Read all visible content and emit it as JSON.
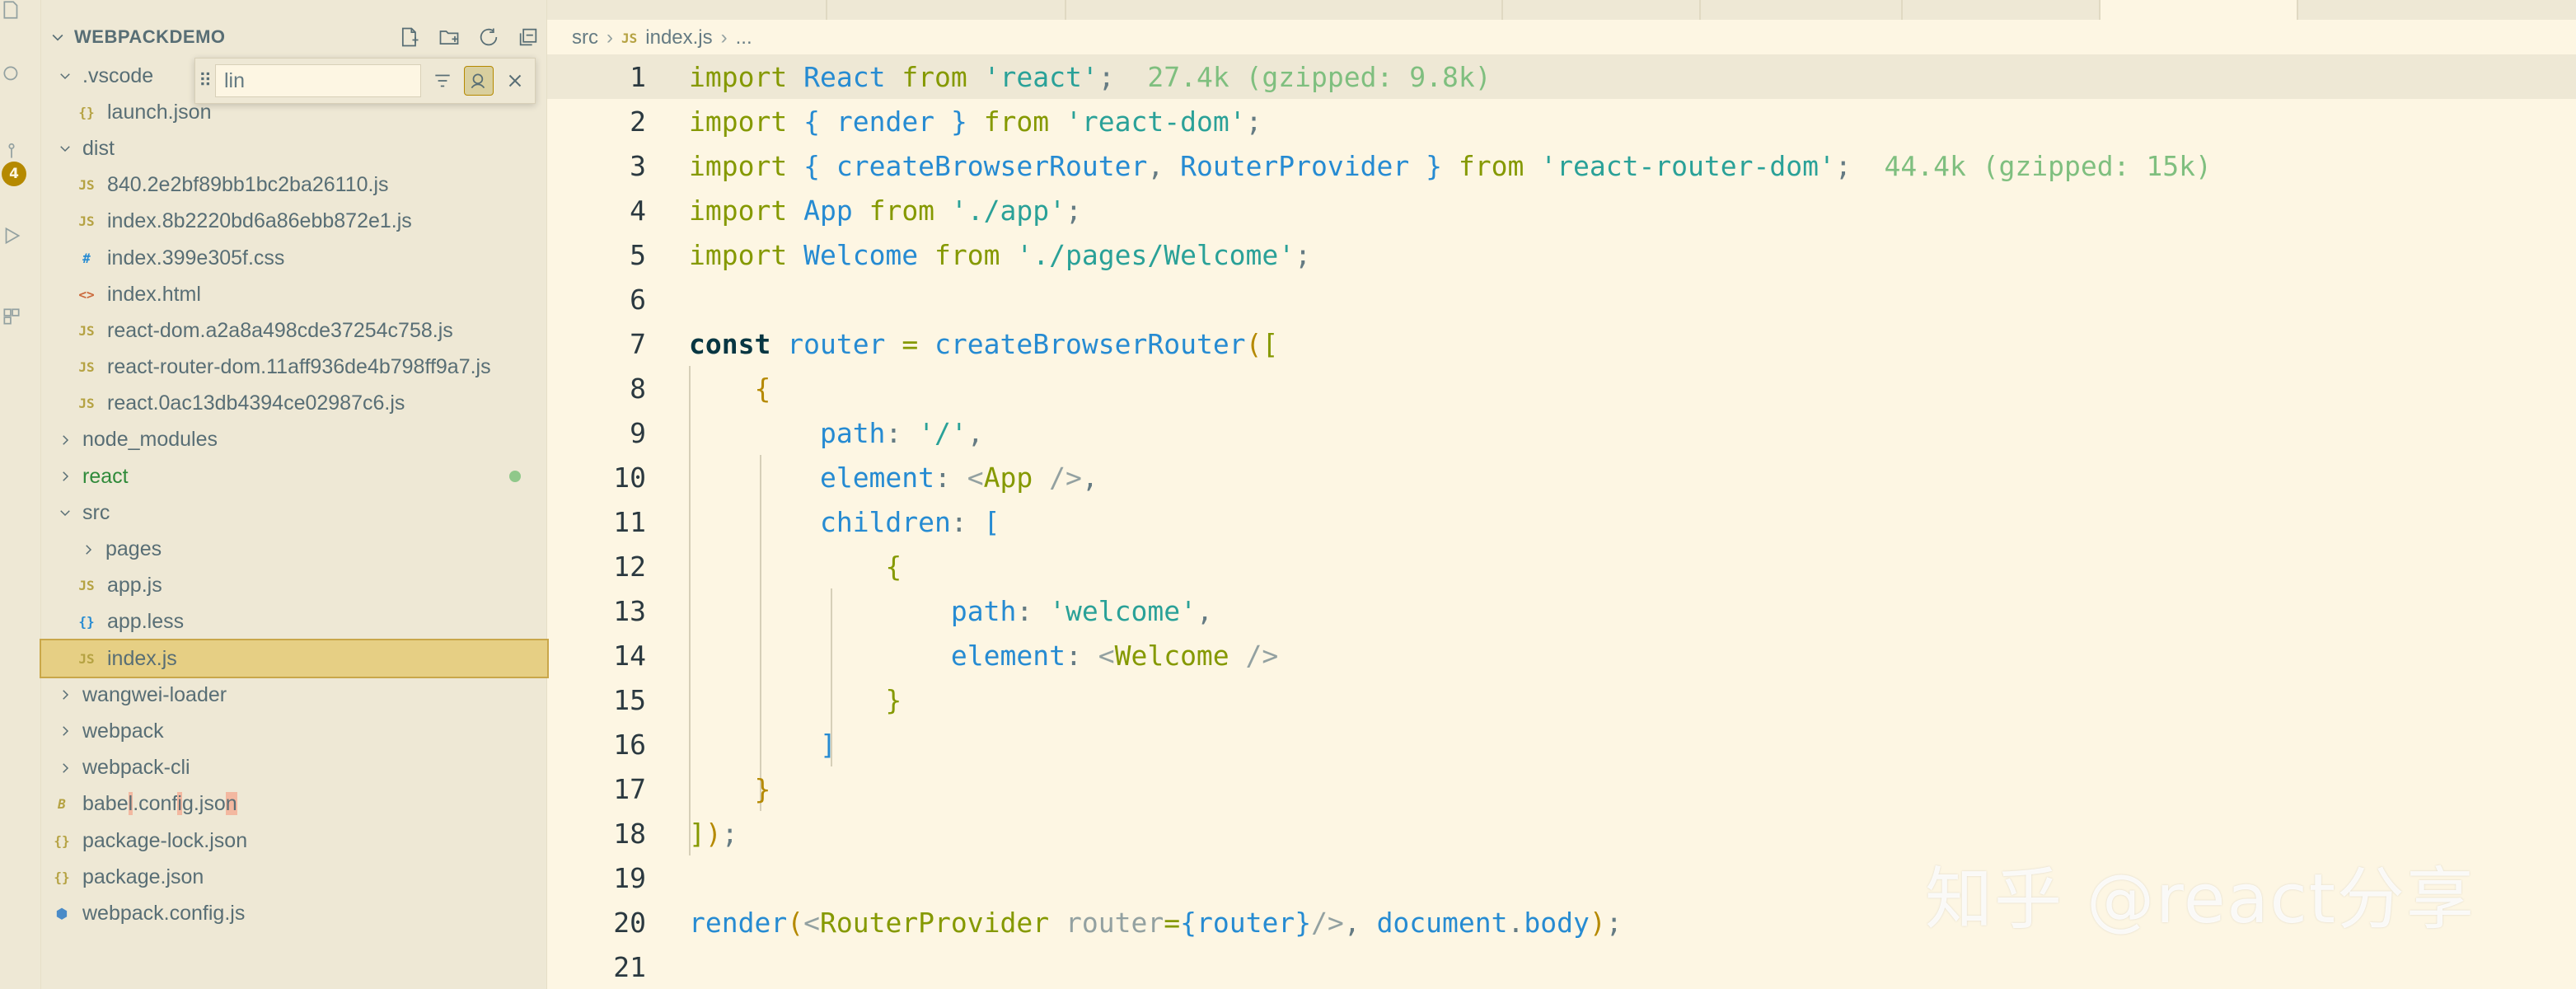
{
  "explorer": {
    "title": "WEBPACKDEMO",
    "badge_count": "4",
    "items": [
      {
        "label": ".vscode",
        "kind": "folder-open",
        "indent": 1
      },
      {
        "label": "launch.json",
        "kind": "json",
        "indent": 2,
        "icon": "{}"
      },
      {
        "label": "dist",
        "kind": "folder-open",
        "indent": 1
      },
      {
        "label": "840.2e2bf89bb1bc2ba26110.js",
        "kind": "js",
        "indent": 2,
        "icon": "JS"
      },
      {
        "label": "index.8b2220bd6a86ebb872e1.js",
        "kind": "js",
        "indent": 2,
        "icon": "JS"
      },
      {
        "label": "index.399e305f.css",
        "kind": "css",
        "indent": 2,
        "icon": "#"
      },
      {
        "label": "index.html",
        "kind": "html",
        "indent": 2,
        "icon": "<>"
      },
      {
        "label": "react-dom.a2a8a498cde37254c758.js",
        "kind": "js",
        "indent": 2,
        "icon": "JS"
      },
      {
        "label": "react-router-dom.11aff936de4b798ff9a7.js",
        "kind": "js",
        "indent": 2,
        "icon": "JS"
      },
      {
        "label": "react.0ac13db4394ce02987c6.js",
        "kind": "js",
        "indent": 2,
        "icon": "JS"
      },
      {
        "label": "node_modules",
        "kind": "folder",
        "indent": 1
      },
      {
        "label": "react",
        "kind": "folder",
        "indent": 1,
        "modified": true
      },
      {
        "label": "src",
        "kind": "folder-open",
        "indent": 1
      },
      {
        "label": "pages",
        "kind": "folder",
        "indent": 2
      },
      {
        "label": "app.js",
        "kind": "js",
        "indent": 2,
        "icon": "JS"
      },
      {
        "label": "app.less",
        "kind": "less",
        "indent": 2,
        "icon": "{}"
      },
      {
        "label": "index.js",
        "kind": "js",
        "indent": 2,
        "icon": "JS",
        "selected": true
      },
      {
        "label": "wangwei-loader",
        "kind": "folder",
        "indent": 1
      },
      {
        "label": "webpack",
        "kind": "folder",
        "indent": 1
      },
      {
        "label": "webpack-cli",
        "kind": "folder",
        "indent": 1
      },
      {
        "label": "babel.config.json",
        "kind": "babel",
        "indent": 1,
        "icon": "B"
      },
      {
        "label": "package-lock.json",
        "kind": "json",
        "indent": 1,
        "icon": "{}"
      },
      {
        "label": "package.json",
        "kind": "json",
        "indent": 1,
        "icon": "{}"
      },
      {
        "label": "webpack.config.js",
        "kind": "webpack",
        "indent": 1,
        "icon": "⬢"
      }
    ]
  },
  "find_widget": {
    "value": "lin"
  },
  "breadcrumb": {
    "folder": "src",
    "file": "index.js",
    "more": "..."
  },
  "editor": {
    "current_line": 1,
    "lines": [
      {
        "n": "1",
        "tokens": [
          [
            "k",
            "import"
          ],
          [
            "p",
            " "
          ],
          [
            "i",
            "React"
          ],
          [
            "p",
            " "
          ],
          [
            "k",
            "from"
          ],
          [
            "p",
            " "
          ],
          [
            "s",
            "'react'"
          ],
          [
            "p",
            ";"
          ],
          [
            "hint",
            "  27.4k (gzipped: 9.8k)"
          ]
        ]
      },
      {
        "n": "2",
        "tokens": [
          [
            "k",
            "import"
          ],
          [
            "p",
            " "
          ],
          [
            "b2",
            "{"
          ],
          [
            "p",
            " "
          ],
          [
            "i",
            "render"
          ],
          [
            "p",
            " "
          ],
          [
            "b2",
            "}"
          ],
          [
            "p",
            " "
          ],
          [
            "k",
            "from"
          ],
          [
            "p",
            " "
          ],
          [
            "s",
            "'react-dom'"
          ],
          [
            "p",
            ";"
          ]
        ]
      },
      {
        "n": "3",
        "tokens": [
          [
            "k",
            "import"
          ],
          [
            "p",
            " "
          ],
          [
            "b2",
            "{"
          ],
          [
            "p",
            " "
          ],
          [
            "i",
            "createBrowserRouter"
          ],
          [
            "p",
            ", "
          ],
          [
            "i",
            "RouterProvider"
          ],
          [
            "p",
            " "
          ],
          [
            "b2",
            "}"
          ],
          [
            "p",
            " "
          ],
          [
            "k",
            "from"
          ],
          [
            "p",
            " "
          ],
          [
            "s",
            "'react-router-dom'"
          ],
          [
            "p",
            ";"
          ],
          [
            "hint",
            "  44.4k (gzipped: 15k)"
          ]
        ]
      },
      {
        "n": "4",
        "tokens": [
          [
            "k",
            "import"
          ],
          [
            "p",
            " "
          ],
          [
            "i",
            "App"
          ],
          [
            "p",
            " "
          ],
          [
            "k",
            "from"
          ],
          [
            "p",
            " "
          ],
          [
            "s",
            "'./app'"
          ],
          [
            "p",
            ";"
          ]
        ]
      },
      {
        "n": "5",
        "tokens": [
          [
            "k",
            "import"
          ],
          [
            "p",
            " "
          ],
          [
            "i",
            "Welcome"
          ],
          [
            "p",
            " "
          ],
          [
            "k",
            "from"
          ],
          [
            "p",
            " "
          ],
          [
            "s",
            "'./pages/Welcome'"
          ],
          [
            "p",
            ";"
          ]
        ]
      },
      {
        "n": "6",
        "tokens": []
      },
      {
        "n": "7",
        "tokens": [
          [
            "bk",
            "const"
          ],
          [
            "p",
            " "
          ],
          [
            "i",
            "router"
          ],
          [
            "p",
            " "
          ],
          [
            "k",
            "="
          ],
          [
            "p",
            " "
          ],
          [
            "fn",
            "createBrowserRouter"
          ],
          [
            "b1",
            "("
          ],
          [
            "b3",
            "["
          ]
        ]
      },
      {
        "n": "8",
        "tokens": [
          [
            "p",
            "    "
          ],
          [
            "b1",
            "{"
          ]
        ]
      },
      {
        "n": "9",
        "tokens": [
          [
            "p",
            "        "
          ],
          [
            "i",
            "path"
          ],
          [
            "p",
            ": "
          ],
          [
            "s",
            "'/'"
          ],
          [
            "p",
            ","
          ]
        ]
      },
      {
        "n": "10",
        "tokens": [
          [
            "p",
            "        "
          ],
          [
            "i",
            "element"
          ],
          [
            "p",
            ": "
          ],
          [
            "br",
            "<"
          ],
          [
            "tag",
            "App"
          ],
          [
            "br",
            " />"
          ],
          [
            "p",
            ","
          ]
        ]
      },
      {
        "n": "11",
        "tokens": [
          [
            "p",
            "        "
          ],
          [
            "i",
            "children"
          ],
          [
            "p",
            ": "
          ],
          [
            "b2",
            "["
          ]
        ]
      },
      {
        "n": "12",
        "tokens": [
          [
            "p",
            "            "
          ],
          [
            "b3",
            "{"
          ]
        ]
      },
      {
        "n": "13",
        "tokens": [
          [
            "p",
            "                "
          ],
          [
            "i",
            "path"
          ],
          [
            "p",
            ": "
          ],
          [
            "s",
            "'welcome'"
          ],
          [
            "p",
            ","
          ]
        ]
      },
      {
        "n": "14",
        "tokens": [
          [
            "p",
            "                "
          ],
          [
            "i",
            "element"
          ],
          [
            "p",
            ": "
          ],
          [
            "br",
            "<"
          ],
          [
            "tag",
            "Welcome"
          ],
          [
            "br",
            " />"
          ]
        ]
      },
      {
        "n": "15",
        "tokens": [
          [
            "p",
            "            "
          ],
          [
            "b3",
            "}"
          ]
        ]
      },
      {
        "n": "16",
        "tokens": [
          [
            "p",
            "        "
          ],
          [
            "b2",
            "]"
          ]
        ]
      },
      {
        "n": "17",
        "tokens": [
          [
            "p",
            "    "
          ],
          [
            "b1",
            "}"
          ]
        ]
      },
      {
        "n": "18",
        "tokens": [
          [
            "b3",
            "]"
          ],
          [
            "b1",
            ")"
          ],
          [
            "p",
            ";"
          ]
        ]
      },
      {
        "n": "19",
        "tokens": []
      },
      {
        "n": "20",
        "tokens": [
          [
            "fn",
            "render"
          ],
          [
            "b1",
            "("
          ],
          [
            "br",
            "<"
          ],
          [
            "tag",
            "RouterProvider"
          ],
          [
            "p",
            " "
          ],
          [
            "attr",
            "router"
          ],
          [
            "k",
            "="
          ],
          [
            "b2",
            "{"
          ],
          [
            "i",
            "router"
          ],
          [
            "b2",
            "}"
          ],
          [
            "br",
            "/>"
          ],
          [
            "p",
            ", "
          ],
          [
            "i",
            "document"
          ],
          [
            "p",
            "."
          ],
          [
            "i",
            "body"
          ],
          [
            "b1",
            ")"
          ],
          [
            "p",
            ";"
          ]
        ]
      },
      {
        "n": "21",
        "tokens": []
      }
    ]
  },
  "watermark": "知乎 @react分享"
}
